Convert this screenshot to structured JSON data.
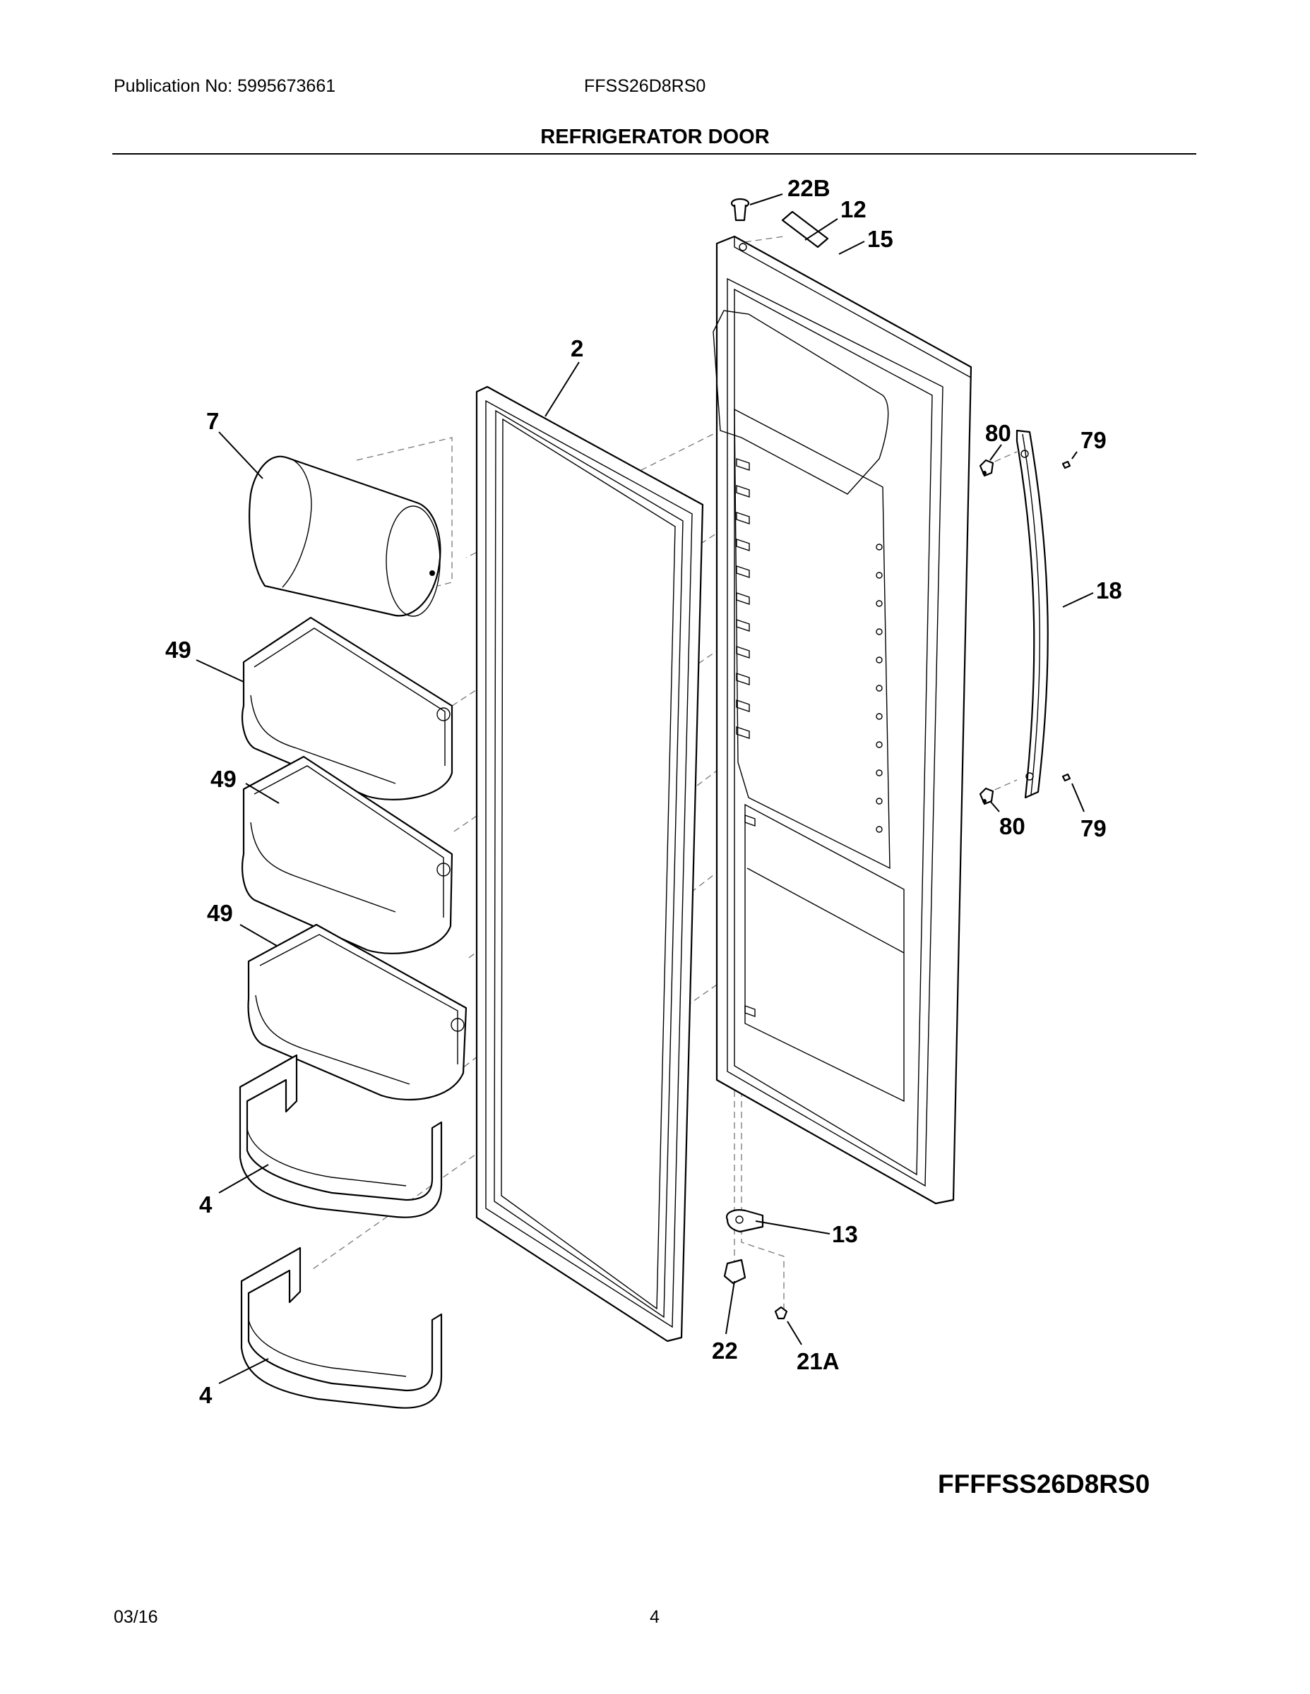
{
  "header": {
    "publication": "Publication No: 5995673661",
    "model": "FFSS26D8RS0",
    "title": "REFRIGERATOR DOOR"
  },
  "callouts": {
    "p22b": "22B",
    "p12": "12",
    "p15": "15",
    "p2": "2",
    "p7": "7",
    "p80a": "80",
    "p79a": "79",
    "p18": "18",
    "p49a": "49",
    "p49b": "49",
    "p49c": "49",
    "p80b": "80",
    "p79b": "79",
    "p13": "13",
    "p4a": "4",
    "p22": "22",
    "p21a": "21A",
    "p4b": "4"
  },
  "footer": {
    "model_code": "FFFFSS26D8RS0",
    "date": "03/16",
    "page": "4"
  }
}
